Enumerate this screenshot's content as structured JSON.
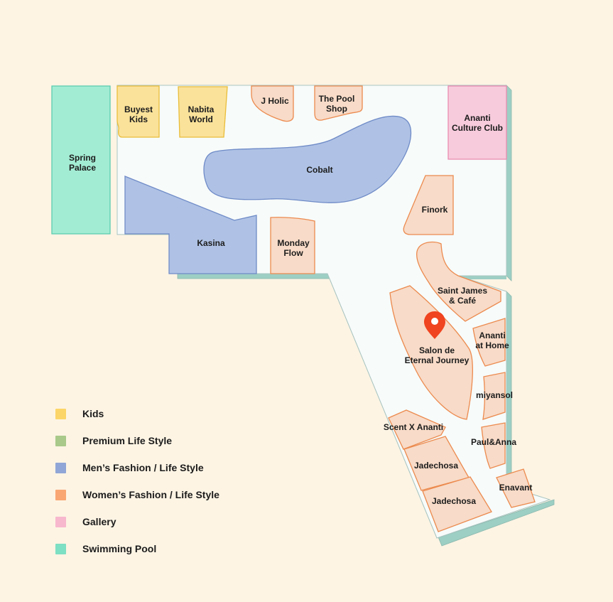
{
  "legend": [
    {
      "label": "Kids",
      "color": "#fcd568"
    },
    {
      "label": "Premium Life Style",
      "color": "#a8c98a"
    },
    {
      "label": "Men’s Fashion / Life Style",
      "color": "#8fa6d6"
    },
    {
      "label": "Women’s Fashion / Life Style",
      "color": "#f9a672"
    },
    {
      "label": "Gallery",
      "color": "#f7b7cd"
    },
    {
      "label": "Swimming Pool",
      "color": "#7ddfc3"
    }
  ],
  "stores": {
    "spring_palace": [
      "Spring",
      "Palace"
    ],
    "buyest_kids": [
      "Buyest",
      "Kids"
    ],
    "nabita_world": [
      "Nabita",
      "World"
    ],
    "j_holic": [
      "J Holic"
    ],
    "the_pool_shop": [
      "The Pool",
      "Shop"
    ],
    "ananti_culture_club": [
      "Ananti",
      "Culture Club"
    ],
    "cobalt": [
      "Cobalt"
    ],
    "kasina": [
      "Kasina"
    ],
    "monday_flow": [
      "Monday",
      "Flow"
    ],
    "finork": [
      "Finork"
    ],
    "saint_james": [
      "Saint James",
      "& Café"
    ],
    "salon_de_eternal_journey": [
      "Salon de",
      "Eternal Journey"
    ],
    "ananti_at_home": [
      "Ananti",
      "at Home"
    ],
    "miyansol": [
      "miyansol"
    ],
    "scent_x_ananti": [
      "Scent X Ananti"
    ],
    "paul_anna": [
      "Paul&Anna"
    ],
    "jadechosa_1": [
      "Jadechosa"
    ],
    "jadechosa_2": [
      "Jadechosa"
    ],
    "enavant": [
      "Enavant"
    ]
  },
  "colors": {
    "background": "#fdf4e4",
    "floor": "#f7fbfa",
    "floor_edge": "#9dcfc4",
    "kids_fill": "#fae29a",
    "kids_stroke": "#e9bd3a",
    "mens_fill": "#afc2e5",
    "mens_stroke": "#6f8bc7",
    "womens_fill": "#f8dbc8",
    "womens_stroke": "#ec8a4e",
    "gallery_fill": "#f7cbdc",
    "gallery_stroke": "#ea8db0",
    "pool_fill": "#a3ecd4",
    "pool_stroke": "#5ccdb0",
    "pin": "#f0431f"
  }
}
